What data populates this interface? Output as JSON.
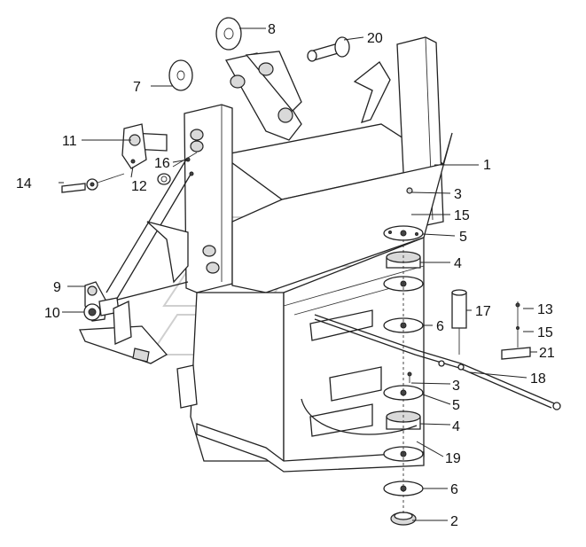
{
  "diagram": {
    "callouts": [
      {
        "id": "c1",
        "text": "1"
      },
      {
        "id": "c2",
        "text": "2"
      },
      {
        "id": "c3a",
        "text": "3"
      },
      {
        "id": "c3b",
        "text": "3"
      },
      {
        "id": "c4a",
        "text": "4"
      },
      {
        "id": "c4b",
        "text": "4"
      },
      {
        "id": "c5a",
        "text": "5"
      },
      {
        "id": "c5b",
        "text": "5"
      },
      {
        "id": "c6a",
        "text": "6"
      },
      {
        "id": "c6b",
        "text": "6"
      },
      {
        "id": "c7",
        "text": "7"
      },
      {
        "id": "c8",
        "text": "8"
      },
      {
        "id": "c9",
        "text": "9"
      },
      {
        "id": "c10",
        "text": "10"
      },
      {
        "id": "c11",
        "text": "11"
      },
      {
        "id": "c12",
        "text": "12"
      },
      {
        "id": "c13",
        "text": "13"
      },
      {
        "id": "c14",
        "text": "14"
      },
      {
        "id": "c15a",
        "text": "15"
      },
      {
        "id": "c15b",
        "text": "15"
      },
      {
        "id": "c16",
        "text": "16"
      },
      {
        "id": "c17",
        "text": "17"
      },
      {
        "id": "c18",
        "text": "18"
      },
      {
        "id": "c19",
        "text": "19"
      },
      {
        "id": "c20",
        "text": "20"
      },
      {
        "id": "c21",
        "text": "21"
      }
    ]
  }
}
